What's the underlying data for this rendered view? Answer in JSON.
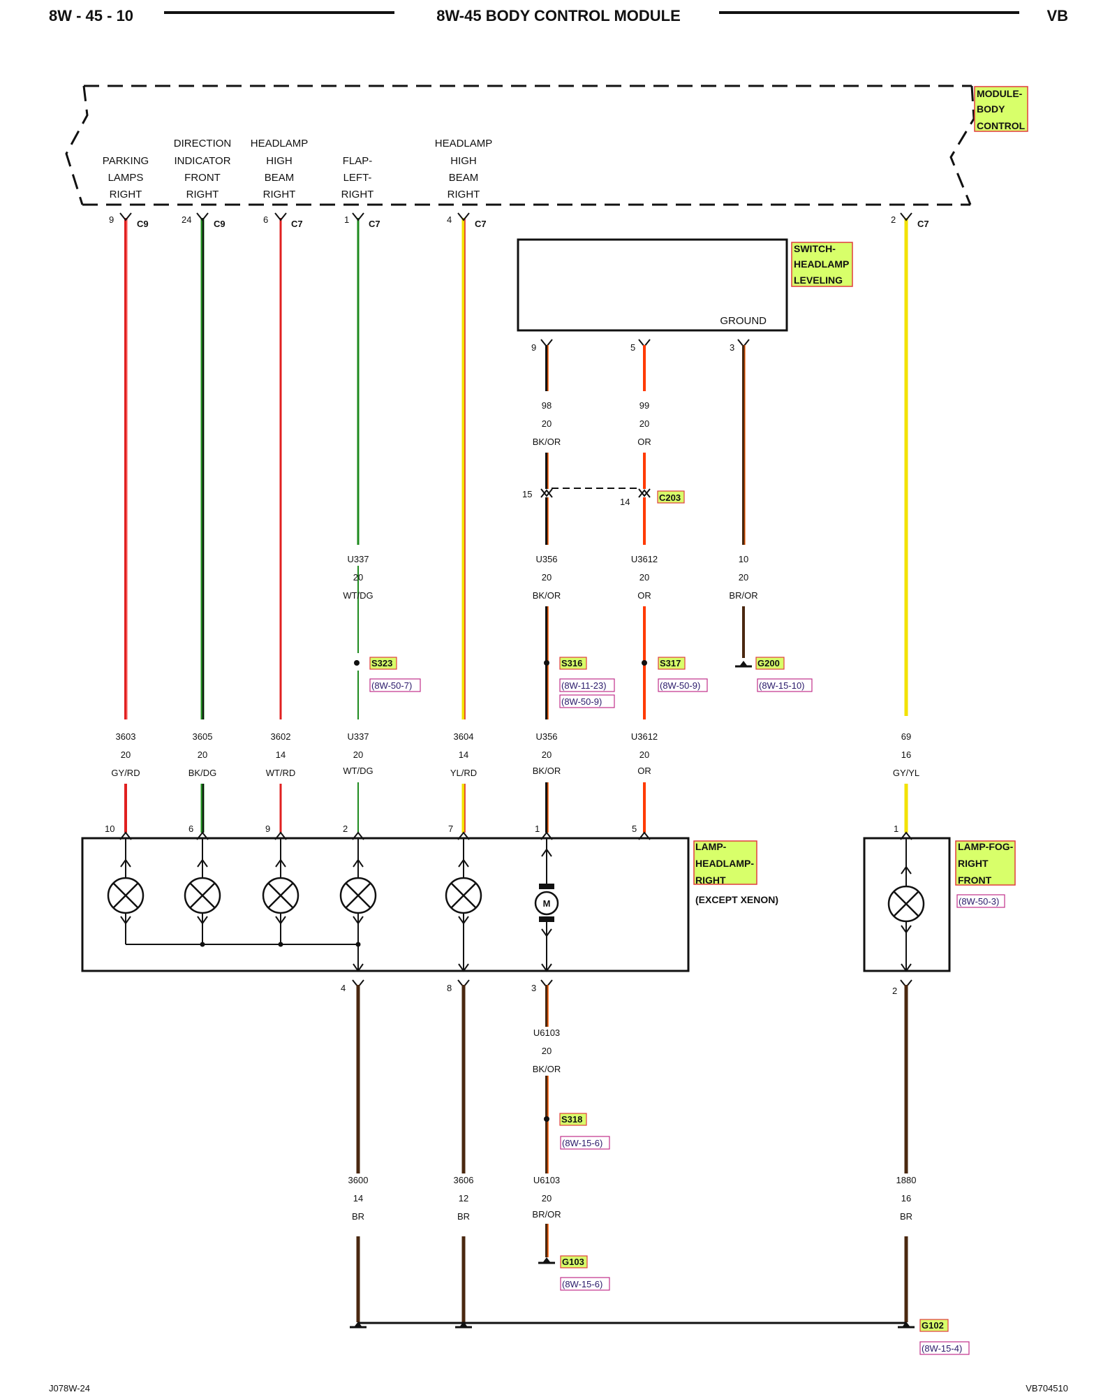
{
  "header": {
    "left": "8W - 45 - 10",
    "center": "8W-45 BODY CONTROL MODULE",
    "right": "VB"
  },
  "footer": {
    "left": "J078W-24",
    "right": "VB704510"
  },
  "colors": {
    "red": "#e02020",
    "green": "#1e8a1e",
    "yellow": "#f2e200",
    "orange": "#ff3a00",
    "brown": "#4a2810",
    "black": "#111111",
    "tag_fill": "#d8ff6a",
    "tag_border": "#e03c3c",
    "ref_border": "#c0308a"
  },
  "bcm": {
    "title": [
      "MODULE-",
      "BODY",
      "CONTROL"
    ],
    "outputs": [
      {
        "label": [
          "PARKING",
          "LAMPS",
          "RIGHT"
        ],
        "pin": "9",
        "conn": "C9"
      },
      {
        "label": [
          "DIRECTION",
          "INDICATOR",
          "FRONT",
          "RIGHT"
        ],
        "pin": "24",
        "conn": "C9"
      },
      {
        "label": [
          "HEADLAMP",
          "HIGH",
          "BEAM",
          "RIGHT"
        ],
        "pin": "6",
        "conn": "C7"
      },
      {
        "label": [
          "FLAP-",
          "LEFT-",
          "RIGHT"
        ],
        "pin": "1",
        "conn": "C7"
      },
      {
        "label": [
          "HEADLAMP",
          "HIGH",
          "BEAM",
          "RIGHT"
        ],
        "pin": "4",
        "conn": "C7"
      },
      {
        "label": [],
        "pin": "2",
        "conn": "C7"
      }
    ]
  },
  "switch": {
    "title": [
      "SWITCH-",
      "HEADLAMP",
      "LEVELING"
    ],
    "ground": "GROUND",
    "pins": [
      "9",
      "5",
      "3"
    ]
  },
  "wires_upper": [
    {
      "circuit": "98",
      "gauge": "20",
      "color": "BK/OR"
    },
    {
      "circuit": "99",
      "gauge": "20",
      "color": "OR"
    }
  ],
  "c203": {
    "name": "C203",
    "pins": [
      "15",
      "14"
    ]
  },
  "wires_mid": [
    {
      "circuit": "U337",
      "gauge": "20",
      "color": "WT/DG"
    },
    {
      "circuit": "U356",
      "gauge": "20",
      "color": "BK/OR"
    },
    {
      "circuit": "U3612",
      "gauge": "20",
      "color": "OR"
    },
    {
      "circuit": "10",
      "gauge": "20",
      "color": "BR/OR"
    }
  ],
  "splices": [
    {
      "name": "S323",
      "refs": [
        "(8W-50-7)"
      ]
    },
    {
      "name": "S316",
      "refs": [
        "(8W-11-23)",
        "(8W-50-9)"
      ]
    },
    {
      "name": "S317",
      "refs": [
        "(8W-50-9)"
      ]
    },
    {
      "name": "G200",
      "refs": [
        "(8W-15-10)"
      ]
    }
  ],
  "wires_lamp": [
    {
      "circuit": "3603",
      "gauge": "20",
      "color": "GY/RD"
    },
    {
      "circuit": "3605",
      "gauge": "20",
      "color": "BK/DG"
    },
    {
      "circuit": "3602",
      "gauge": "14",
      "color": "WT/RD"
    },
    {
      "circuit": "U337",
      "gauge": "20",
      "color": "WT/DG"
    },
    {
      "circuit": "3604",
      "gauge": "14",
      "color": "YL/RD"
    },
    {
      "circuit": "U356",
      "gauge": "20",
      "color": "BK/OR"
    },
    {
      "circuit": "U3612",
      "gauge": "20",
      "color": "OR"
    },
    {
      "circuit": "69",
      "gauge": "16",
      "color": "GY/YL"
    }
  ],
  "lamp_pins": [
    "10",
    "6",
    "9",
    "2",
    "7",
    "1",
    "5"
  ],
  "headlamp": {
    "title": [
      "LAMP-",
      "HEADLAMP-",
      "RIGHT"
    ],
    "note": "(EXCEPT XENON)",
    "motor": "M",
    "out_pins": [
      "4",
      "8",
      "3"
    ]
  },
  "foglamp": {
    "title": [
      "LAMP-FOG-",
      "RIGHT",
      "FRONT"
    ],
    "ref": "(8W-50-3)",
    "in_pin": "1",
    "out_pin": "2"
  },
  "wires_lower_mid": {
    "circuit": "U6103",
    "gauge": "20",
    "color": "BK/OR"
  },
  "s318": {
    "name": "S318",
    "ref": "(8W-15-6)"
  },
  "wires_ground": [
    {
      "circuit": "3600",
      "gauge": "14",
      "color": "BR"
    },
    {
      "circuit": "3606",
      "gauge": "12",
      "color": "BR"
    },
    {
      "circuit": "U6103",
      "gauge": "20",
      "color": "BR/OR"
    },
    {
      "circuit": "1880",
      "gauge": "16",
      "color": "BR"
    }
  ],
  "g103": {
    "name": "G103",
    "ref": "(8W-15-6)"
  },
  "g102": {
    "name": "G102",
    "ref": "(8W-15-4)"
  }
}
